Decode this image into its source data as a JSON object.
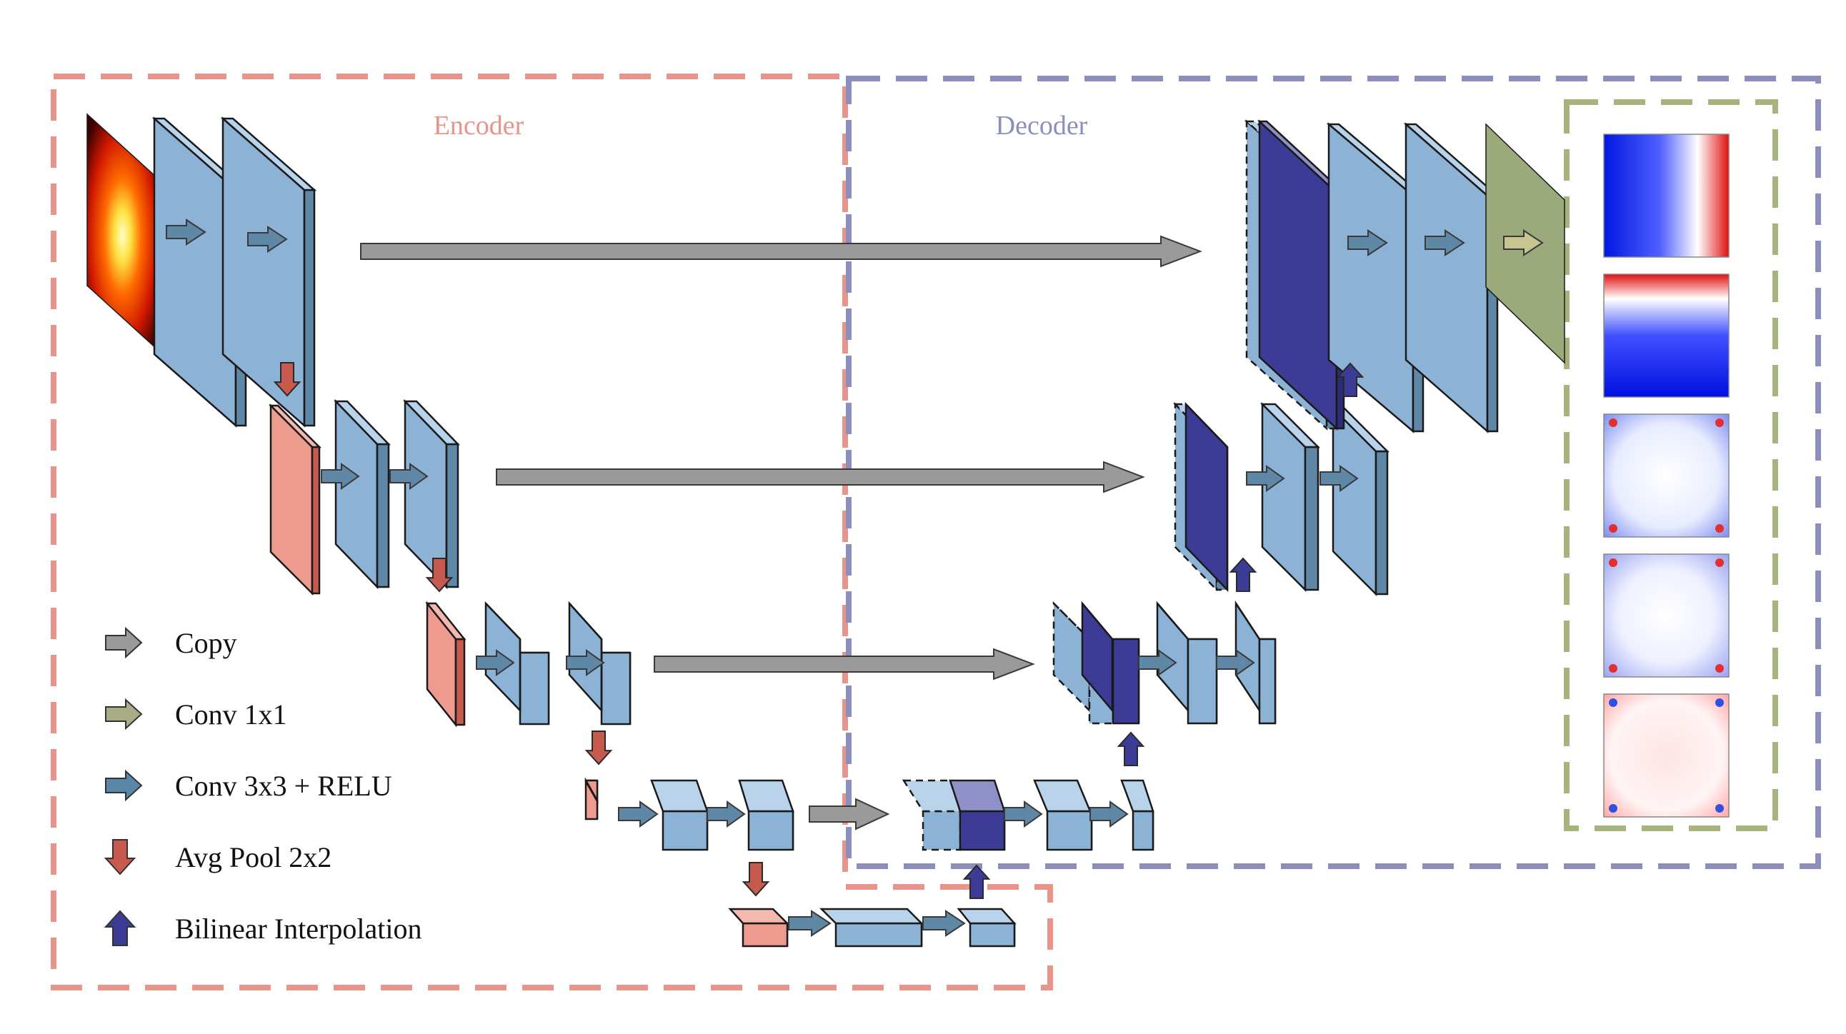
{
  "sections": {
    "encoder": {
      "label": "Encoder",
      "color": "#e8948a"
    },
    "decoder": {
      "label": "Decoder",
      "color": "#8c8fbb"
    },
    "output": {
      "color": "#a8b47e"
    }
  },
  "legend": [
    {
      "label": "Copy",
      "color": "#9a9a9a",
      "direction": "right"
    },
    {
      "label": "Conv 1x1",
      "color": "#a9ad86",
      "direction": "right"
    },
    {
      "label": "Conv 3x3 + RELU",
      "color": "#5a87a8",
      "direction": "right"
    },
    {
      "label": "Avg Pool 2x2",
      "color": "#c9584e",
      "direction": "down"
    },
    {
      "label": "Bilinear Interpolation",
      "color": "#3c3c96",
      "direction": "up"
    }
  ],
  "colors": {
    "feature_front": "#8cb3d6",
    "feature_side": "#5f87a6",
    "feature_top": "#b8d3ea",
    "pool_front": "#ee9a8e",
    "pool_side": "#c75a4e",
    "upsample": "#3c3c96",
    "copy_arrow": "#9a9a9a",
    "output_conv": "#9aaa7a"
  },
  "output_maps": [
    "stress-map-1",
    "stress-map-2",
    "stress-map-3",
    "stress-map-4",
    "stress-map-5"
  ]
}
